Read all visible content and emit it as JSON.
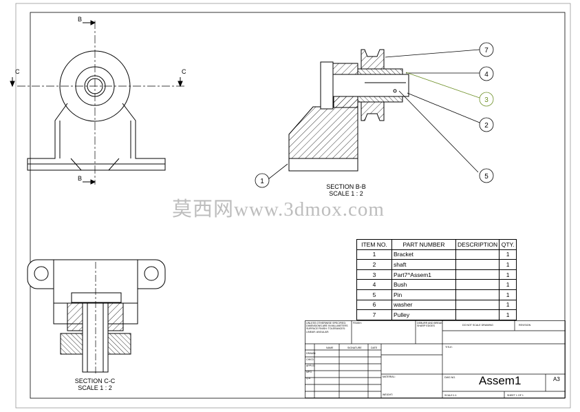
{
  "section_bb": {
    "title": "SECTION B-B",
    "scale": "SCALE 1 : 2"
  },
  "section_cc": {
    "title": "SECTION C-C",
    "scale": "SCALE 1 : 2"
  },
  "section_marks": {
    "b": "B",
    "c": "C"
  },
  "balloons": [
    "7",
    "4",
    "3",
    "2",
    "5",
    "1"
  ],
  "watermark": "莫西网www.3dmox.com",
  "bom": {
    "headers": [
      "ITEM NO.",
      "PART NUMBER",
      "DESCRIPTION",
      "QTY."
    ],
    "rows": [
      {
        "item": "1",
        "part": "Bracket",
        "desc": "",
        "qty": "1"
      },
      {
        "item": "2",
        "part": "shaft",
        "desc": "",
        "qty": "1"
      },
      {
        "item": "3",
        "part": "Part7^Assem1",
        "desc": "",
        "qty": "1"
      },
      {
        "item": "4",
        "part": "Bush",
        "desc": "",
        "qty": "1"
      },
      {
        "item": "5",
        "part": "Pin",
        "desc": "",
        "qty": "1"
      },
      {
        "item": "6",
        "part": "washer",
        "desc": "",
        "qty": "1"
      },
      {
        "item": "7",
        "part": "Pulley",
        "desc": "",
        "qty": "1"
      }
    ]
  },
  "title_block": {
    "notes": "UNLESS OTHERWISE SPECIFIED: DIMENSIONS ARE IN MILLIMETERS SURFACE FINISH: TOLERANCES: LINEAR: ANGULAR:",
    "finish": "FINISH:",
    "deburr": "DEBURR AND BREAK SHARP EDGES",
    "do_not_scale": "DO NOT SCALE DRAWING",
    "revision": "REVISION",
    "title": "TITLE:",
    "col_name": "NAME",
    "col_signature": "SIGNATURE",
    "col_date": "DATE",
    "rows": [
      "DRAWN",
      "CHK'D",
      "APPV'D",
      "MFG",
      "Q.A"
    ],
    "material": "MATERIAL:",
    "weight": "WEIGHT:",
    "dwg_no": "DWG NO.",
    "drawing_name": "Assem1",
    "size": "A3",
    "scale": "SCALE:1:1",
    "sheet": "SHEET 1 OF 1"
  }
}
